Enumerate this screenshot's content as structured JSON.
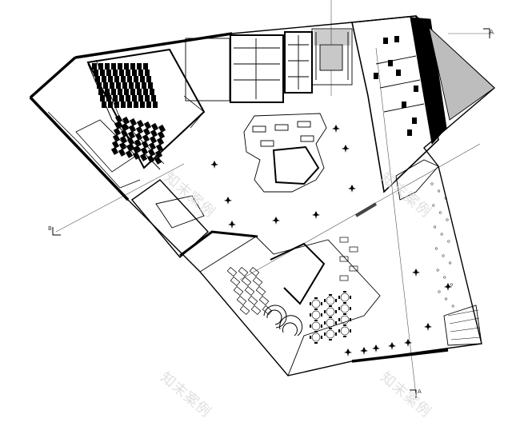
{
  "drawing": {
    "type": "architectural floor plan",
    "line_color": "#000000",
    "background": "#ffffff"
  },
  "section_marks": [
    {
      "id": "top-right",
      "text": "A"
    },
    {
      "id": "left",
      "text": "B"
    },
    {
      "id": "bottom",
      "text": "A"
    }
  ],
  "watermarks": [
    {
      "text": "知末案例"
    },
    {
      "text": "知末案例"
    },
    {
      "text": "知末案例"
    },
    {
      "text": "知末案例"
    }
  ]
}
